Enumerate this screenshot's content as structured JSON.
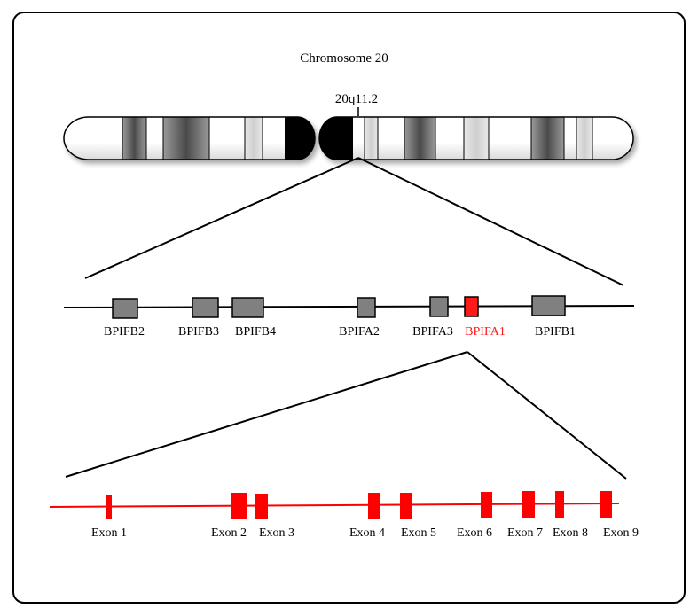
{
  "title": "Chromosome 20",
  "band_label": "20q11.2",
  "genes": [
    {
      "name": "BPIFB2",
      "highlight": false
    },
    {
      "name": "BPIFB3",
      "highlight": false
    },
    {
      "name": "BPIFB4",
      "highlight": false
    },
    {
      "name": "BPIFA2",
      "highlight": false
    },
    {
      "name": "BPIFA3",
      "highlight": false
    },
    {
      "name": "BPIFA1",
      "highlight": true
    },
    {
      "name": "BPIFB1",
      "highlight": false
    }
  ],
  "exons": [
    "Exon 1",
    "Exon 2",
    "Exon 3",
    "Exon 4",
    "Exon 5",
    "Exon 6",
    "Exon 7",
    "Exon 8",
    "Exon 9"
  ],
  "colors": {
    "highlight": "#ff1a1a",
    "gene_box": "#808080",
    "line": "#000000",
    "exon": "#ff0000"
  }
}
